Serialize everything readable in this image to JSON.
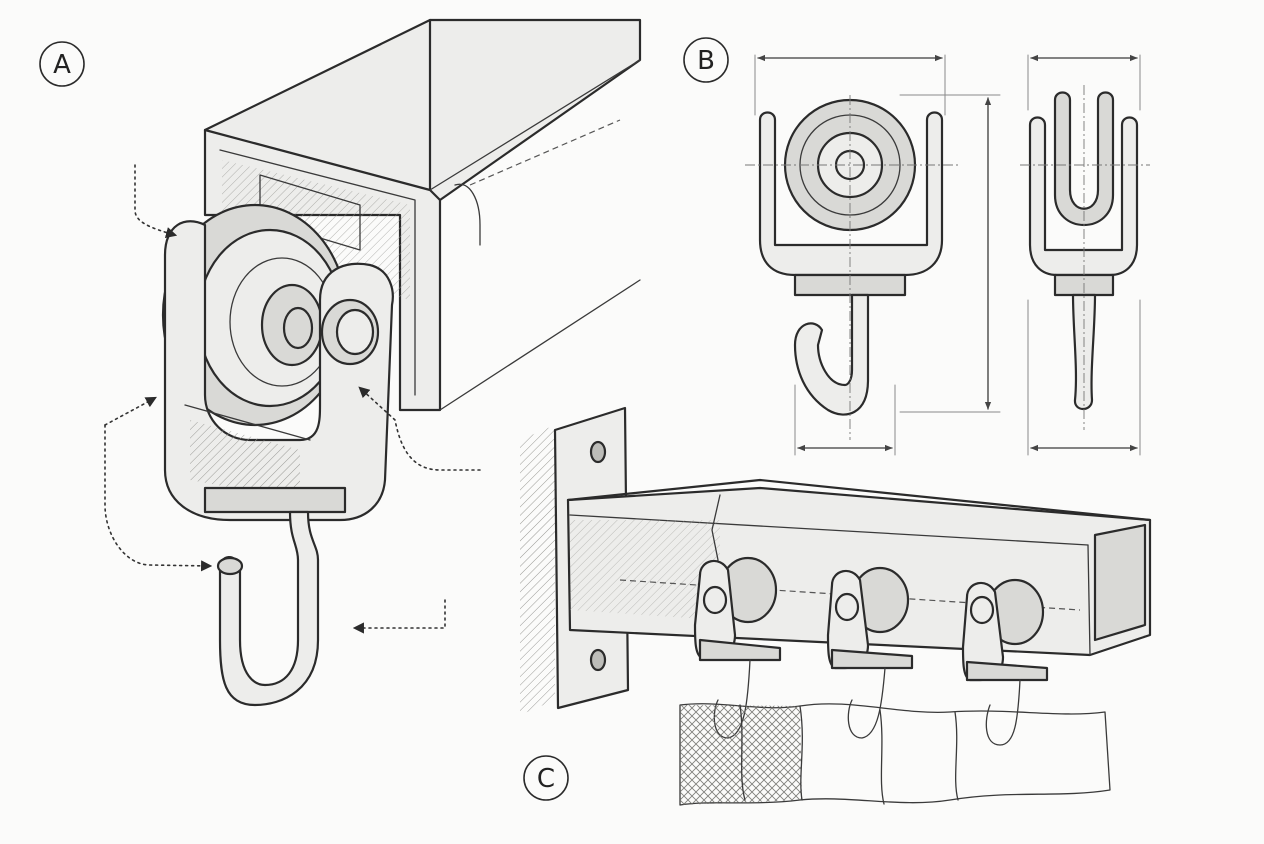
{
  "labels": {
    "view_a": "A",
    "view_b": "B",
    "view_c": "C"
  },
  "colors": {
    "ink": "#2b2b2b",
    "paper": "#fbfbfa",
    "shade": "#d9d9d6"
  }
}
